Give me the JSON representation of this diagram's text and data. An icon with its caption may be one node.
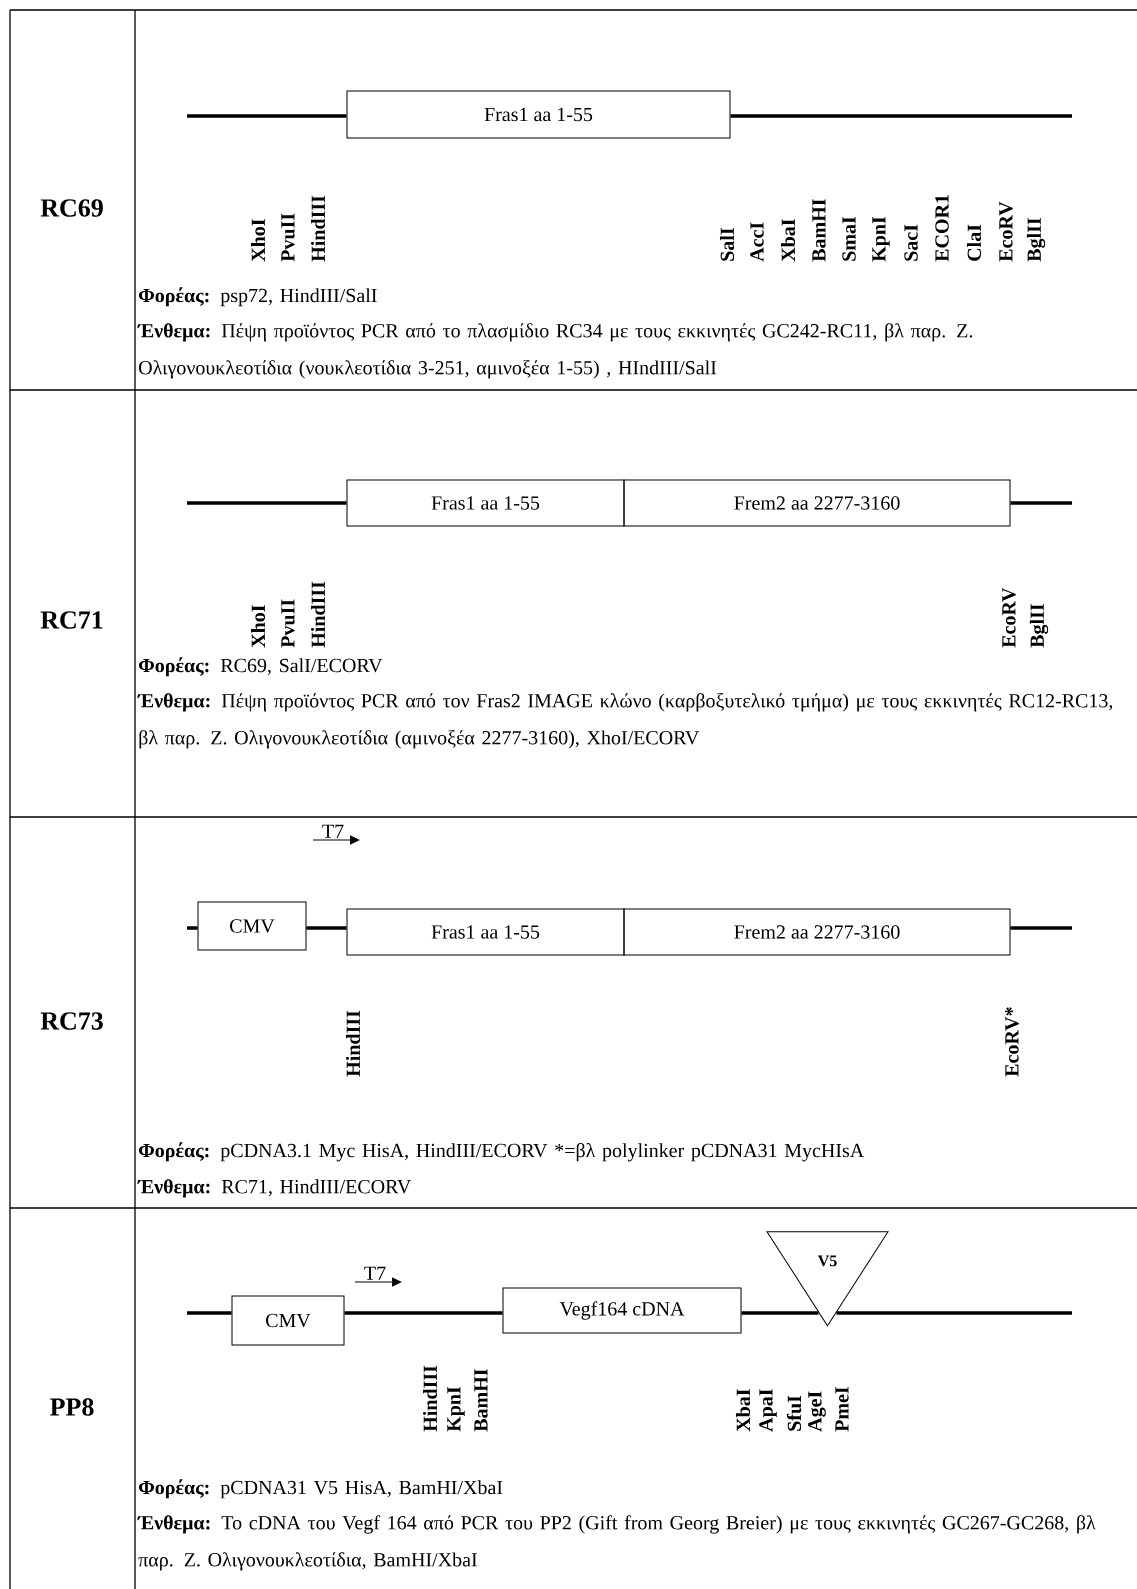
{
  "diagram": {
    "nodes": [
      {
        "text": [
          "Fras1 aa 1-55"
        ]
      },
      {
        "text": [
          "Fras1 aa 1-55"
        ]
      },
      {
        "text": [
          "Frem2 aa 2277-3160"
        ]
      },
      {
        "text": [
          "CMV"
        ]
      },
      {
        "text": [
          "Fras1 aa 1-55"
        ]
      },
      {
        "text": [
          "Frem2 aa 2277-3160"
        ]
      },
      {
        "text": [
          "CMV"
        ]
      },
      {
        "text": [
          "Vegf164 cDNA"
        ]
      },
      {
        "text": [
          "V5"
        ]
      }
    ],
    "edges": [
      {
        "from": null,
        "to": 0,
        "arrow": "none"
      },
      {
        "from": 0,
        "to": null,
        "arrow": "none"
      },
      {
        "from": null,
        "to": 1,
        "arrow": "none"
      },
      {
        "from": 2,
        "to": null,
        "arrow": "none"
      },
      {
        "from": null,
        "to": 3,
        "arrow": "none"
      },
      {
        "from": 3,
        "to": 4,
        "arrow": "none"
      },
      {
        "from": 5,
        "to": null,
        "arrow": "none"
      },
      {
        "from": null,
        "to": 6,
        "arrow": "none"
      },
      {
        "from": 6,
        "to": 7,
        "arrow": "none"
      },
      {
        "from": 7,
        "to": 8,
        "arrow": "none"
      },
      {
        "from": 8,
        "to": null,
        "arrow": "none"
      }
    ],
    "labels": [
      "RC69",
      "XhoI",
      "PvuII",
      "HindIII",
      "SalI",
      "AccI",
      "XbaI",
      "BamHI",
      "SmaI",
      "KpnI",
      "SacI",
      "ECOR1",
      "ClaI",
      "EcoRV",
      "BglII",
      "**Φορέας:** psp72, HindIII/SalI",
      "**Ένθεμα:** Πέψη προϊόντος PCR από το πλασμίδιο RC34 με τους εκκινητές GC242-RC11, βλ παρ. Ζ. Ολιγονουκλεοτίδια (νουκλεοτίδια 3-251, αμινοξέα 1-55) , HIndIII/SalI",
      "RC71",
      "XhoI",
      "PvuII",
      "HindIII",
      "EcoRV",
      "BglII",
      "**Φορέας:** RC69, SalI/ECORV",
      "**Ένθεμα:** Πέψη προϊόντος PCR από τον Fras2 IMAGE κλώνο (καρβοξυτελικό τμήμα) με τους εκκινητές RC12-RC13, βλ παρ. Ζ. Ολιγονουκλεοτίδια (αμινοξέα 2277-3160), XhoI/ECORV",
      "RC73",
      "T7",
      "HindIII",
      "EcoRV*",
      "**Φορέας:** pCDNA3.1 Myc HisA, HindIII/ECORV *=βλ polylinker pCDNA31 MycHIsA",
      "**Ένθεμα:** RC71, HindIII/ECORV",
      "PP8",
      "T7",
      "HindIII",
      "KpnI",
      "BamHI",
      "XbaI",
      "ApaI",
      "SfuI",
      "AgeI",
      "PmeI",
      "**Φορέας:** pCDNA31 V5 HisA, BamHI/XbaI",
      "**Ένθεμα:** Το cDNA του Vegf 164 από PCR του PP2 (Gift from Georg Breier) με τους εκκινητές GC267-GC268, βλ παρ. Ζ. Ολιγονουκλεοτίδια, BamHI/XbaI"
    ]
  }
}
